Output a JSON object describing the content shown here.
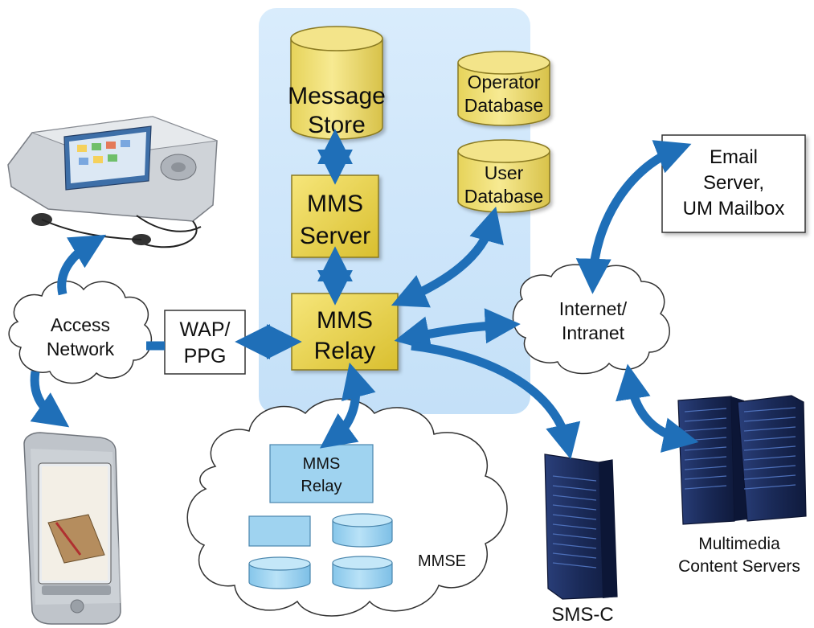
{
  "diagram": {
    "stores": {
      "message_store": [
        "Message",
        "Store"
      ],
      "operator_db": [
        "Operator",
        "Database"
      ],
      "user_db": [
        "User",
        "Database"
      ]
    },
    "boxes": {
      "mms_server": [
        "MMS",
        "Server"
      ],
      "mms_relay": [
        "MMS",
        "Relay"
      ],
      "wap_ppg": [
        "WAP/",
        "PPG"
      ],
      "email_server": [
        "Email",
        "Server,",
        "UM Mailbox"
      ],
      "mmse_relay": [
        "MMS",
        "Relay"
      ]
    },
    "clouds": {
      "access_network": [
        "Access",
        "Network"
      ],
      "internet": [
        "Internet/",
        "Intranet"
      ],
      "mmse": "MMSE"
    },
    "servers": {
      "sms_c": "SMS-C",
      "content_servers": [
        "Multimedia",
        "Content Servers"
      ]
    },
    "colors": {
      "relay_zone": "#cfe6fb",
      "core_box": "#e8d34a",
      "db_yellow": "#f0df6e",
      "mmse_box": "#9fd3f0",
      "arrow": "#1f6fb8",
      "server_body": "#1d2c5a"
    }
  }
}
